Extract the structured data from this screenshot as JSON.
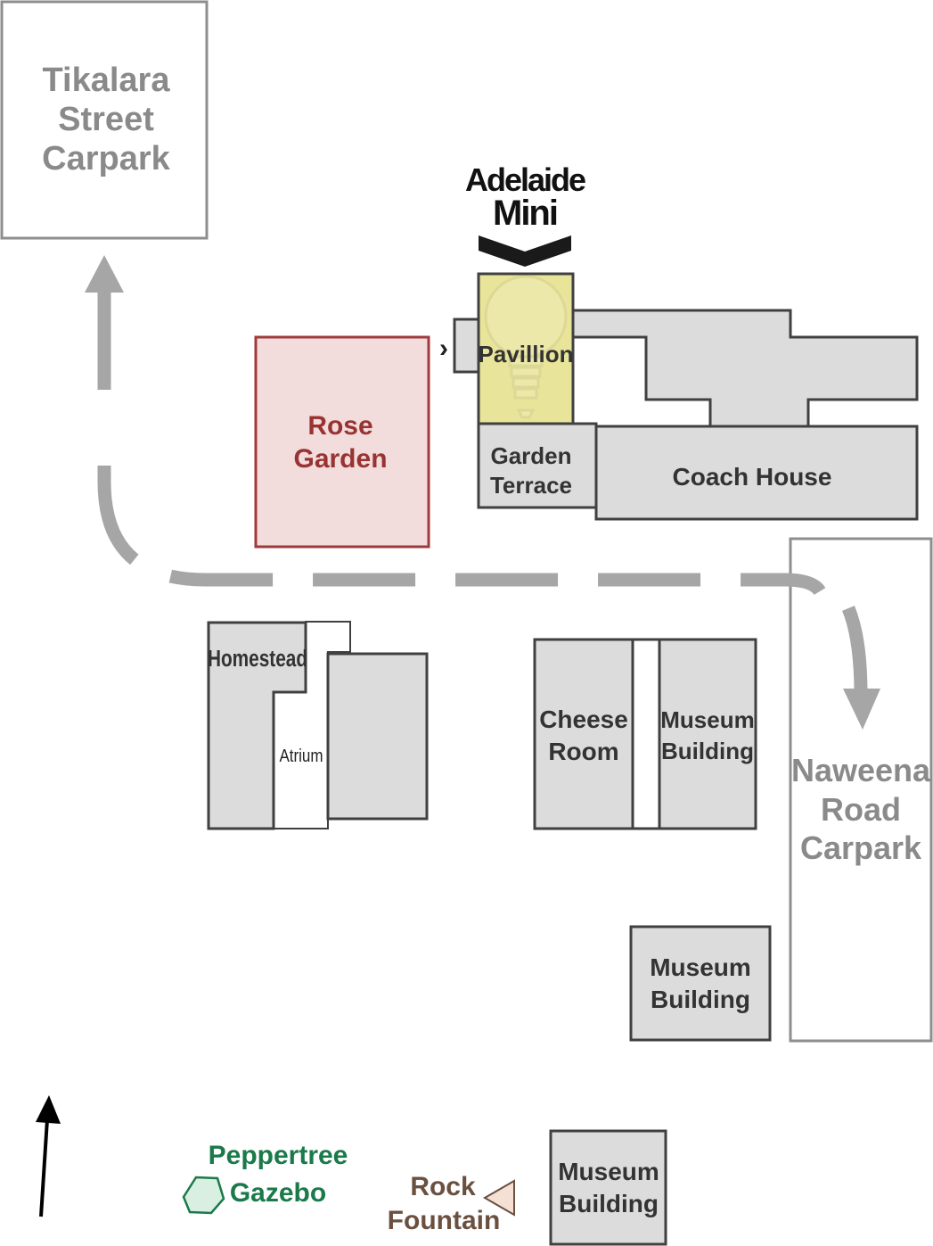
{
  "colors": {
    "building_fill": "#dcdcdc",
    "building_stroke": "#404040",
    "carpark_stroke": "#8e8e8e",
    "carpark_text": "#8a8a8a",
    "path_grey": "#a6a6a6",
    "rose_fill": "#f2dcdc",
    "rose_stroke": "#a03a3a",
    "rose_text": "#993333",
    "highlight_fill": "#e8e499",
    "gazebo_green": "#1a7a4a",
    "fountain_brown": "#6b5040",
    "label_dark": "#333333"
  },
  "carparks": {
    "tikalara": [
      "Tikalara",
      "Street",
      "Carpark"
    ],
    "naweena": [
      "Naweena",
      "Road",
      "Carpark"
    ]
  },
  "venue": {
    "brand": [
      "Adelaide",
      "Mini"
    ],
    "marker_icon": "chevron-down-icon",
    "highlight_icon": "lightbulb-icon"
  },
  "buildings": {
    "pavillion": "Pavillion",
    "garden_terrace": [
      "Garden",
      "Terrace"
    ],
    "coach_house": "Coach House",
    "rose_garden": [
      "Rose",
      "Garden"
    ],
    "homestead": "Homestead",
    "atrium": "Atrium",
    "cheese_room": [
      "Cheese",
      "Room"
    ],
    "museum_building_1": [
      "Museum",
      "Building"
    ],
    "museum_building_2": [
      "Museum",
      "Building"
    ],
    "museum_building_3": [
      "Museum",
      "Building"
    ]
  },
  "features": {
    "gazebo": [
      "Peppertree",
      "Gazebo"
    ],
    "fountain": [
      "Rock",
      "Fountain"
    ]
  },
  "icons": {
    "north": "north-arrow-icon",
    "gazebo": "hexagon-icon",
    "fountain": "triangle-icon",
    "path_arrows": "arrow-icon"
  }
}
